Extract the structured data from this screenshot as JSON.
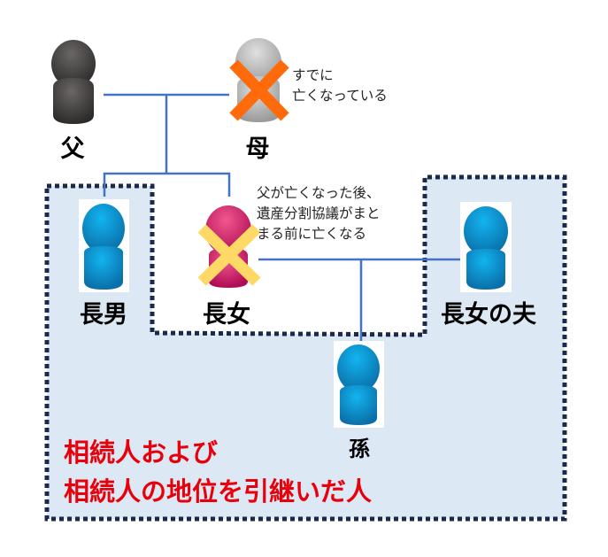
{
  "people": {
    "father": "父",
    "mother": "母",
    "eldest_son": "長男",
    "eldest_daughter": "長女",
    "daughter_husband": "長女の夫",
    "grandchild": "孫"
  },
  "notes": {
    "mother_line1": "すでに",
    "mother_line2": "亡くなっている",
    "daughter_line1": "父が亡くなった後、",
    "daughter_line2": "遺産分割協議がまと",
    "daughter_line3": "まる前に亡くなる"
  },
  "legend": {
    "line1": "相続人および",
    "line2": "相続人の地位を引継いだ人"
  },
  "colors": {
    "father": "#4a4646",
    "mother": "#b5b5b5",
    "heir": "#0a86c8",
    "daughter": "#cc1266",
    "mother_x": "#ff6a0a",
    "daughter_x": "#ffd966",
    "region_fill": "#dde8f5",
    "region_border": "#1b2a4a",
    "line": "#4472c4",
    "legend_text": "#e8000b"
  }
}
